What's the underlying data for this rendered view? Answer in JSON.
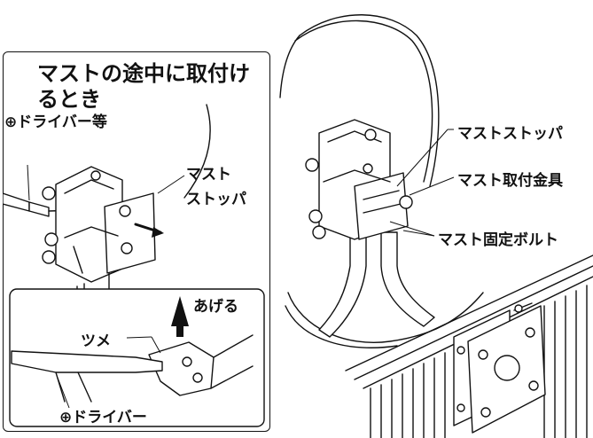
{
  "inset": {
    "title_line1": "マストの途中に取付け",
    "title_line2": "るとき",
    "tool_label": "⊕ドライバー等",
    "stopper_line1": "マスト",
    "stopper_line2": "ストッパ",
    "detail": {
      "tab_label": "ツメ",
      "lift_label": "あげる",
      "driver_label": "⊕ドライバー"
    }
  },
  "main": {
    "callouts": [
      "マストストッパ",
      "マスト取付金具",
      "マスト固定ボルト"
    ]
  }
}
